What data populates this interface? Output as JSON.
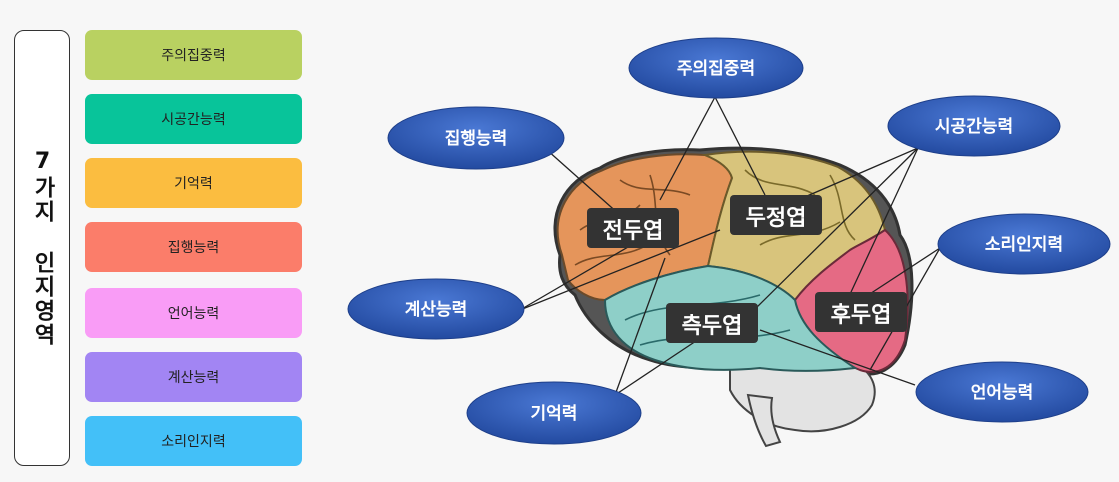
{
  "side_title": "7가지 인지영역",
  "categories": [
    {
      "label": "주의집중력",
      "color": "#b9d161"
    },
    {
      "label": "시공간능력",
      "color": "#08c49a"
    },
    {
      "label": "기억력",
      "color": "#fbbd40"
    },
    {
      "label": "집행능력",
      "color": "#fb7d6a"
    },
    {
      "label": "언어능력",
      "color": "#f99cf6"
    },
    {
      "label": "계산능력",
      "color": "#a285f3"
    },
    {
      "label": "소리인지력",
      "color": "#43c0f8"
    }
  ],
  "lobes": {
    "frontal": "전두엽",
    "parietal": "두정엽",
    "temporal": "측두엽",
    "occipital": "후두엽"
  },
  "lobe_colors": {
    "frontal": "#e5955b",
    "parietal": "#d8c47c",
    "temporal": "#8ecfc8",
    "occipital": "#e56a84",
    "cerebellum": "#e3e3e3"
  },
  "bubbles": {
    "attention": "주의집중력",
    "visuospatial": "시공간능력",
    "executive": "집행능력",
    "sound": "소리인지력",
    "calculation": "계산능력",
    "language": "언어능력",
    "memory": "기억력"
  },
  "bubble_color": "#2f5bb7"
}
